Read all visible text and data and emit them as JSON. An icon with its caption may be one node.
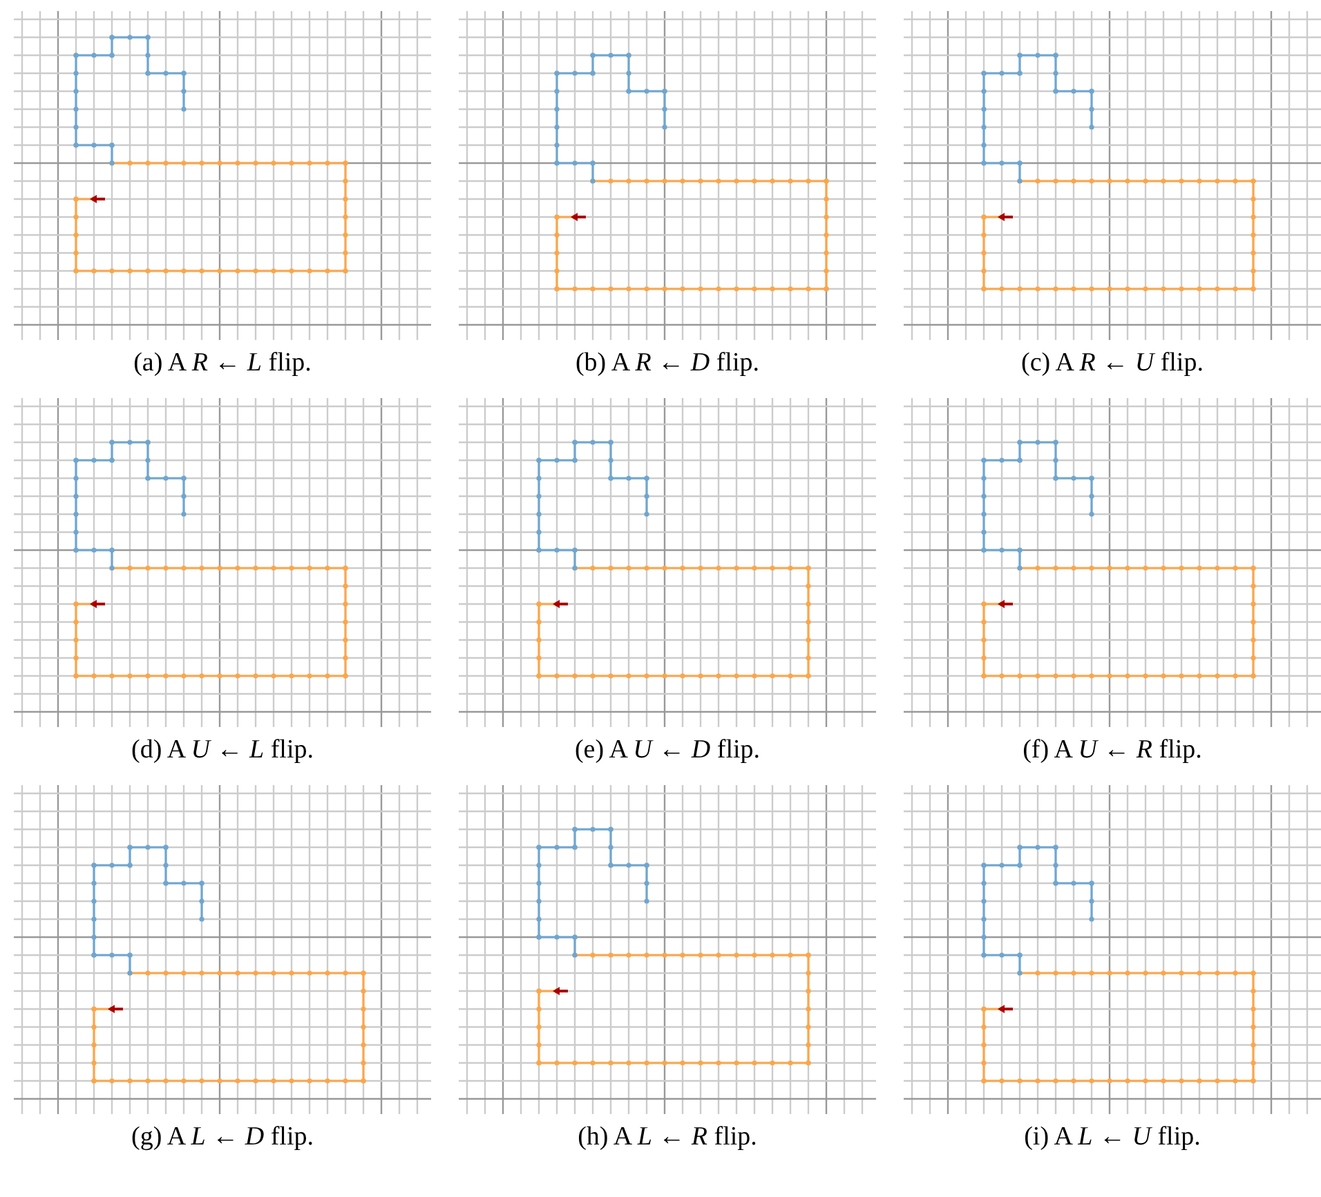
{
  "diagram": {
    "labels": [
      "(a) A *R* ← *L* flip.",
      "(b) A *R* ← *D* flip.",
      "(c) A *R* ← *U* flip.",
      "(d) A *U* ← *L* flip.",
      "(e) A *U* ← *D* flip.",
      "(f) A *U* ← *R* flip.",
      "(g) A *L* ← *D* flip.",
      "(h) A *L* ← *R* flip.",
      "(i) A *L* ← *U* flip."
    ]
  }
}
